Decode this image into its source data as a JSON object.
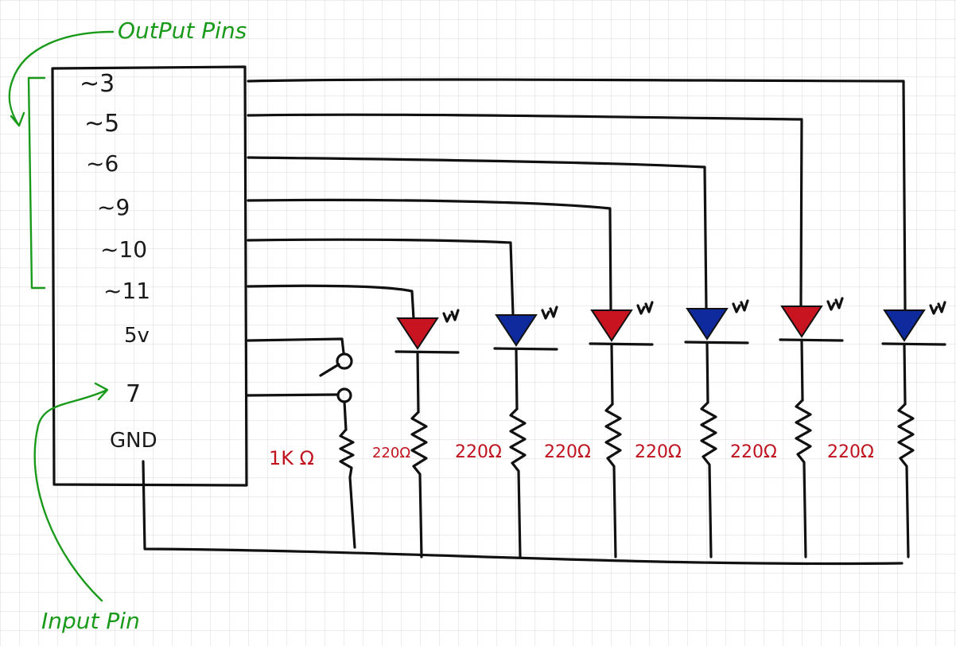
{
  "annotations": {
    "output_pins_label": "OutPut Pins",
    "input_pin_label": "Input Pin"
  },
  "board": {
    "pins": [
      {
        "label": "~3",
        "role": "output"
      },
      {
        "label": "~5",
        "role": "output"
      },
      {
        "label": "~6",
        "role": "output"
      },
      {
        "label": "~9",
        "role": "output"
      },
      {
        "label": "~10",
        "role": "output"
      },
      {
        "label": "~11",
        "role": "output"
      },
      {
        "label": "5v",
        "role": "power"
      },
      {
        "label": "7",
        "role": "input"
      },
      {
        "label": "GND",
        "role": "ground"
      }
    ]
  },
  "switch_resistor": {
    "label": "1K Ω"
  },
  "leds": [
    {
      "pin": "~11",
      "color": "#c81420",
      "resistor_label": "220Ω"
    },
    {
      "pin": "~10",
      "color": "#0e2a9c",
      "resistor_label": "220Ω"
    },
    {
      "pin": "~9",
      "color": "#c81420",
      "resistor_label": "220Ω"
    },
    {
      "pin": "~6",
      "color": "#0e2a9c",
      "resistor_label": "220Ω"
    },
    {
      "pin": "~5",
      "color": "#c81420",
      "resistor_label": "220Ω"
    },
    {
      "pin": "~3",
      "color": "#0e2a9c",
      "resistor_label": "220Ω"
    }
  ],
  "colors": {
    "ink": "#111111",
    "annotation": "#1a9a1a",
    "resistor_label": "#c0121f",
    "grid": "#d8d8d8"
  }
}
